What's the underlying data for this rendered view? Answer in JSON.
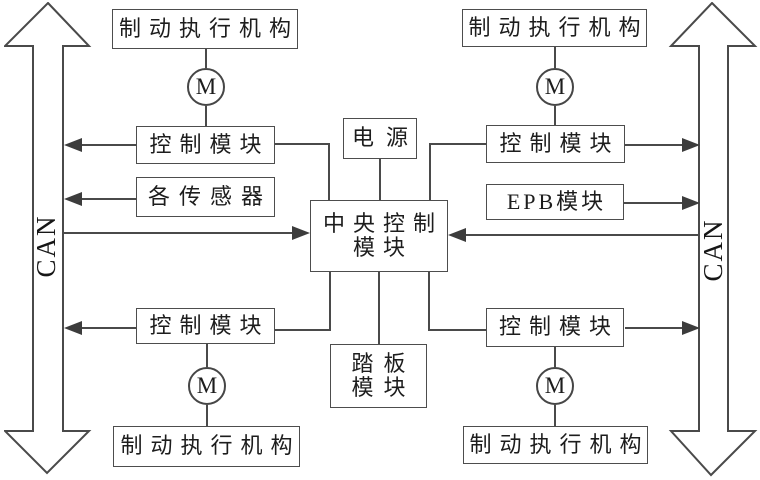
{
  "page": {
    "background": "#ffffff",
    "line_color": "#4a4a4a",
    "text_color": "#1d1d1d"
  },
  "buses": {
    "left": {
      "label": "CAN"
    },
    "right": {
      "label": "CAN"
    }
  },
  "nodes": {
    "actuator_top_left": {
      "label": "制动执行机构"
    },
    "actuator_top_right": {
      "label": "制动执行机构"
    },
    "actuator_bottom_left": {
      "label": "制动执行机构"
    },
    "actuator_bottom_right": {
      "label": "制动执行机构"
    },
    "motor_top_left": {
      "label": "M"
    },
    "motor_top_right": {
      "label": "M"
    },
    "motor_bottom_left": {
      "label": "M"
    },
    "motor_bottom_right": {
      "label": "M"
    },
    "control_top_left": {
      "label": "控制模块"
    },
    "control_top_right": {
      "label": "控制模块"
    },
    "control_bottom_left": {
      "label": "控制模块"
    },
    "control_bottom_right": {
      "label": "控制模块"
    },
    "sensors": {
      "label": "各传感器"
    },
    "power": {
      "label": "电源"
    },
    "central": {
      "line1": "中央控制",
      "line2": "模块"
    },
    "epb": {
      "label": "EPB模块"
    },
    "pedal": {
      "line1": "踏板",
      "line2": "模块"
    }
  },
  "edges": [
    {
      "from": "control_top_left",
      "to": "can_left",
      "arrow": true
    },
    {
      "from": "sensors",
      "to": "can_left",
      "arrow": true
    },
    {
      "from": "can_left",
      "to": "central",
      "arrow": true
    },
    {
      "from": "control_bottom_left",
      "to": "can_left",
      "arrow": true
    },
    {
      "from": "control_top_right",
      "to": "can_right",
      "arrow": true
    },
    {
      "from": "epb",
      "to": "can_right",
      "arrow": true
    },
    {
      "from": "can_right",
      "to": "central",
      "arrow": true
    },
    {
      "from": "control_bottom_right",
      "to": "can_right",
      "arrow": true
    },
    {
      "from": "actuator_top_left",
      "to": "motor_top_left",
      "arrow": false
    },
    {
      "from": "motor_top_left",
      "to": "control_top_left",
      "arrow": false
    },
    {
      "from": "actuator_top_right",
      "to": "motor_top_right",
      "arrow": false
    },
    {
      "from": "motor_top_right",
      "to": "control_top_right",
      "arrow": false
    },
    {
      "from": "control_bottom_left",
      "to": "motor_bottom_left",
      "arrow": false
    },
    {
      "from": "motor_bottom_left",
      "to": "actuator_bottom_left",
      "arrow": false
    },
    {
      "from": "control_bottom_right",
      "to": "motor_bottom_right",
      "arrow": false
    },
    {
      "from": "motor_bottom_right",
      "to": "actuator_bottom_right",
      "arrow": false
    },
    {
      "from": "power",
      "to": "central",
      "arrow": false
    },
    {
      "from": "control_top_left",
      "to": "central",
      "arrow": false
    },
    {
      "from": "control_top_right",
      "to": "central",
      "arrow": false
    },
    {
      "from": "central",
      "to": "control_bottom_left",
      "arrow": false
    },
    {
      "from": "central",
      "to": "control_bottom_right",
      "arrow": false
    },
    {
      "from": "central",
      "to": "pedal",
      "arrow": false
    }
  ]
}
